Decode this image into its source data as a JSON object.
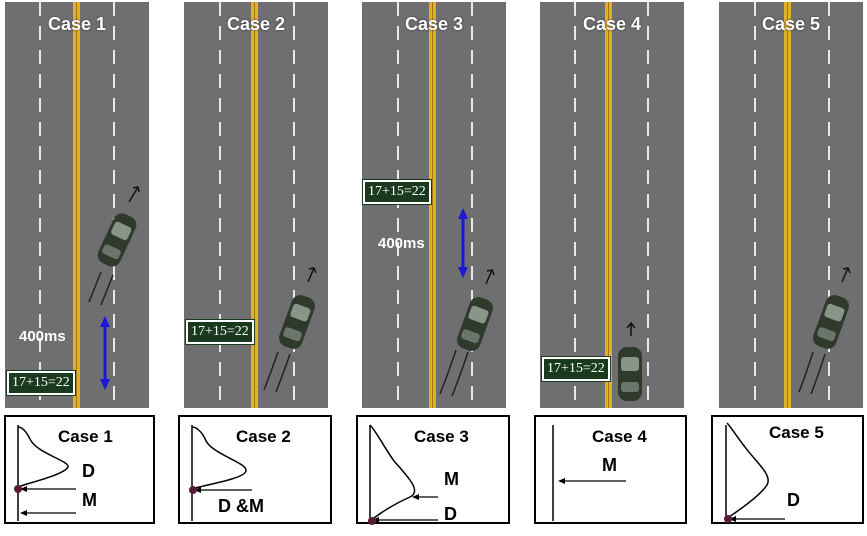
{
  "cases": [
    {
      "title": "Case 1",
      "equation": "17+15=22",
      "interval": "400ms",
      "panel_title": "Case 1",
      "labels": [
        "D",
        "M"
      ]
    },
    {
      "title": "Case 2",
      "equation": "17+15=22",
      "panel_title": "Case 2",
      "labels": [
        "D &M"
      ]
    },
    {
      "title": "Case 3",
      "equation": "17+15=22",
      "interval": "400ms",
      "panel_title": "Case 3",
      "labels": [
        "M",
        "D"
      ]
    },
    {
      "title": "Case 4",
      "equation": "17+15=22",
      "panel_title": "Case 4",
      "labels": [
        "M"
      ]
    },
    {
      "title": "Case 5",
      "panel_title": "Case 5",
      "labels": [
        "D"
      ]
    }
  ],
  "colors": {
    "road": "#6f6f71",
    "center_line": "#e0b028",
    "lane_dash": "#e8e8e8",
    "arrow_blue": "#1a1ad6",
    "car": "#2f3a2c",
    "sign_bg": "#1a3a1f"
  }
}
